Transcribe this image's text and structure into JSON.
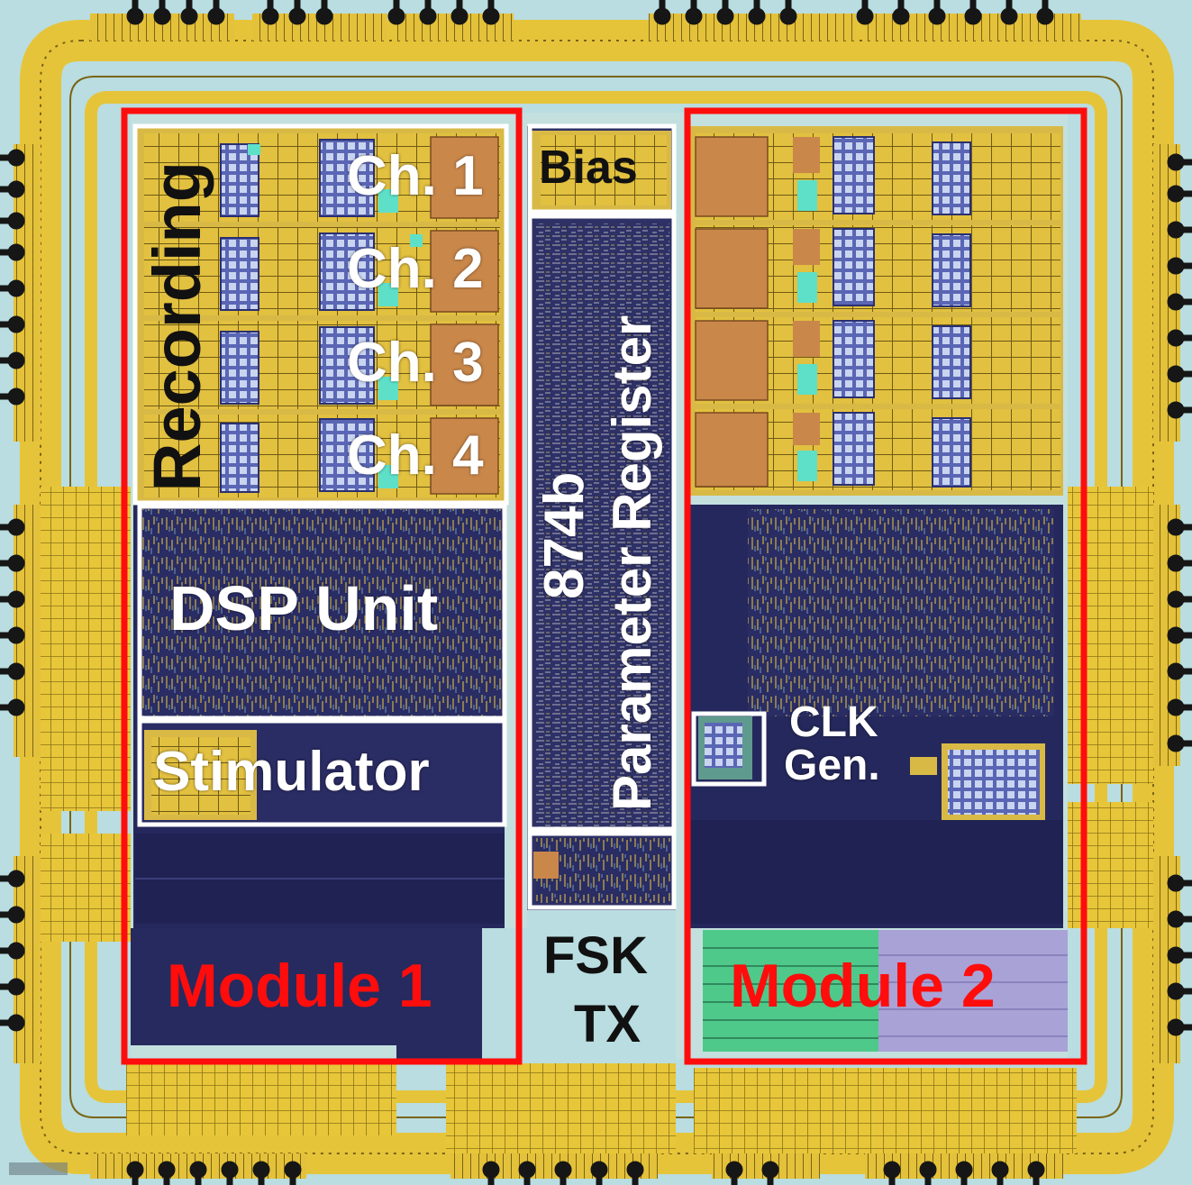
{
  "image": {
    "kind": "chip die micrograph",
    "colors": {
      "substrate": "#b9dde0",
      "metal_yellow": "#e8c63a",
      "metal_dark": "#6e5a14",
      "logic_navy": "#2a2c64",
      "logic_dark": "#1c1e4a",
      "pin": "#161616",
      "module_outline": "#ff0d0d",
      "block_outline": "#ffffff",
      "channel_orange": "#c9874a",
      "channel_blue": "#3d4a8e",
      "green_block": "#4fc98a",
      "lavender_block": "#a9a2d6"
    }
  },
  "labels": {
    "recording": "Recording",
    "ch1": "Ch. 1",
    "ch2": "Ch. 2",
    "ch3": "Ch. 3",
    "ch4": "Ch. 4",
    "bias": "Bias",
    "register_line1": "874b",
    "register_line2": "Parameter Register",
    "dsp_unit": "DSP Unit",
    "stimulator": "Stimulator",
    "clk_line1": "CLK",
    "clk_line2": "Gen.",
    "fsk_line1": "FSK",
    "fsk_line2": "TX",
    "module1": "Module 1",
    "module2": "Module 2"
  }
}
